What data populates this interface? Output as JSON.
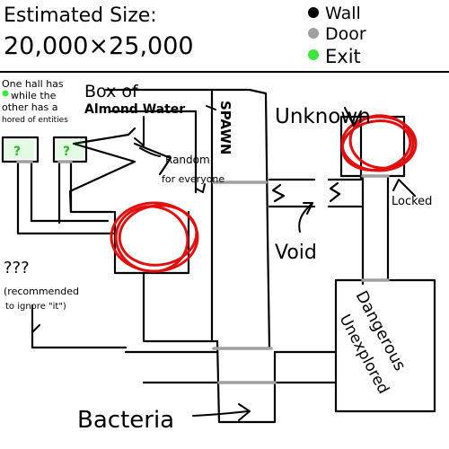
{
  "header": {
    "estimated_label": "Estimated Size:",
    "size_value": "20,000×25,000"
  },
  "legend": {
    "items": [
      {
        "label": "Wall",
        "color": "#000000"
      },
      {
        "label": "Door",
        "color": "#a0a0a0"
      },
      {
        "label": "Exit",
        "color": "#3ce63c"
      }
    ]
  },
  "labels": {
    "spawn": "SPAWN",
    "box_line1": "Box of",
    "box_line2": "Almond Water",
    "random_line1": "Random",
    "random_line2": "for everyone",
    "hall_line1": "One hall has",
    "hall_line2": "while the",
    "hall_line3": "other has a",
    "hall_line4": "hored of entities",
    "question_marks": "???",
    "recommend_line1": "(recommended",
    "recommend_line2": "to ignore \"it\")",
    "unknown": "Unknown",
    "locked": "Locked",
    "void": "Void",
    "danger_line1": "Dangerous",
    "danger_line2": "Unexplored",
    "bacteria": "Bacteria",
    "exit_mark_1": "?",
    "exit_mark_2": "?"
  },
  "colors": {
    "wall": "#000000",
    "door": "#a0a0a0",
    "exit": "#3ce63c",
    "hazard": "#e01010"
  }
}
